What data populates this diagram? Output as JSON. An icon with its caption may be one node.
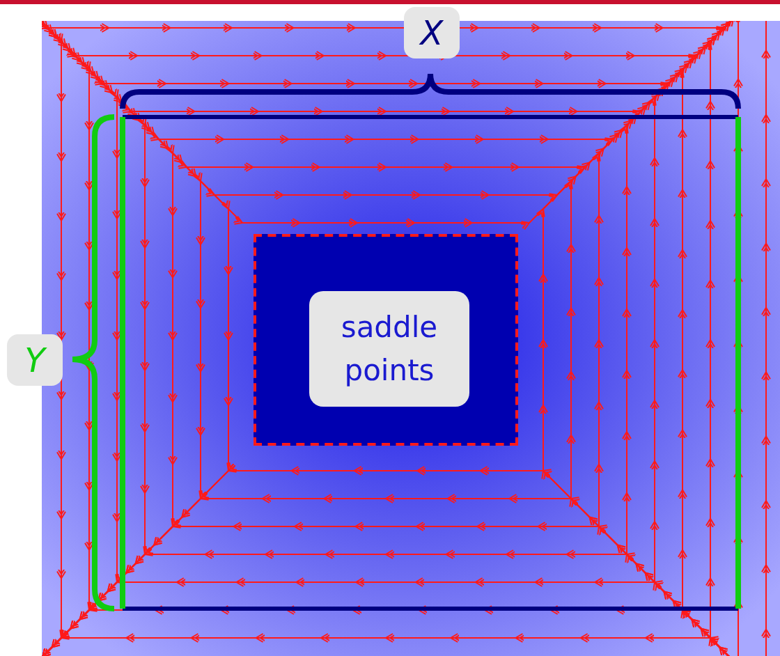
{
  "diagram": {
    "nodes": [
      {
        "text": [],
        "shape": "box"
      },
      {
        "text": [
          "saddle points"
        ],
        "in": 0
      }
    ],
    "labels": [
      "X",
      "Y"
    ]
  }
}
